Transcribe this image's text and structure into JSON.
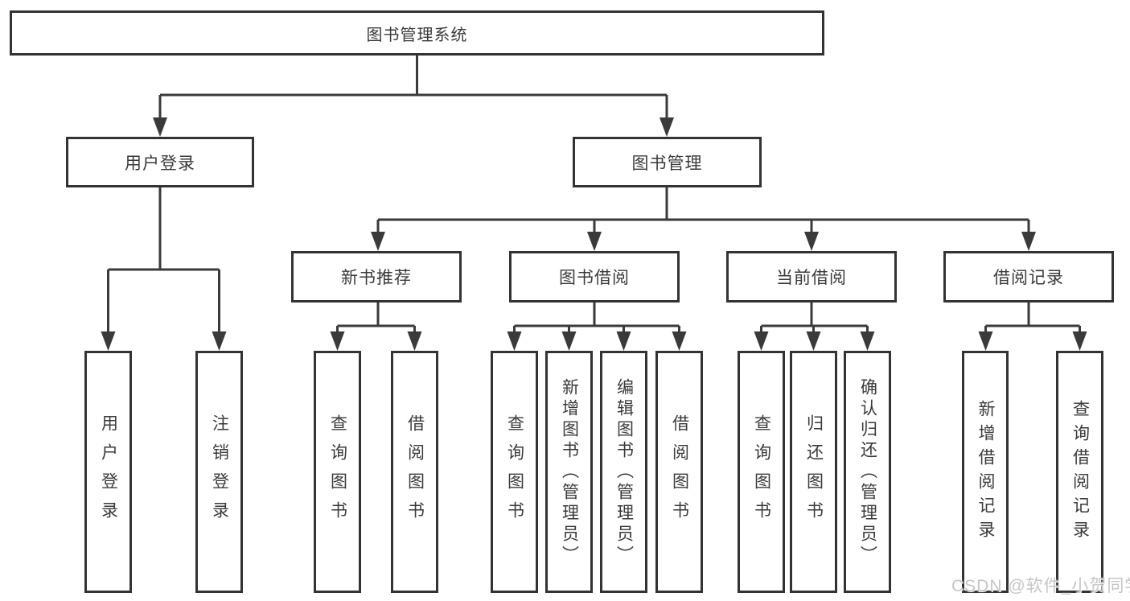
{
  "diagram": {
    "tree": {
      "root": {
        "label": "图书管理系统"
      },
      "branches": [
        {
          "label": "用户登录",
          "children": [
            "用户登录",
            "注销登录"
          ]
        },
        {
          "label": "图书管理",
          "groups": [
            {
              "label": "新书推荐",
              "children": [
                "查询图书",
                "借阅图书"
              ]
            },
            {
              "label": "图书借阅",
              "children": [
                "查询图书",
                "新增图书（管理员）",
                "编辑图书（管理员）",
                "借阅图书"
              ]
            },
            {
              "label": "当前借阅",
              "children": [
                "查询图书",
                "归还图书",
                "确认归还（管理员）"
              ]
            },
            {
              "label": "借阅记录",
              "children": [
                "新增借阅记录",
                "查询借阅记录"
              ]
            }
          ]
        }
      ]
    },
    "colors": {
      "line": "#3a3a3a",
      "border": "#333333",
      "text": "#3a3a3a",
      "background": "#ffffff",
      "watermark": "#c6c6c6"
    }
  },
  "watermark": {
    "text": "CSDN @软件_小贺同学"
  }
}
